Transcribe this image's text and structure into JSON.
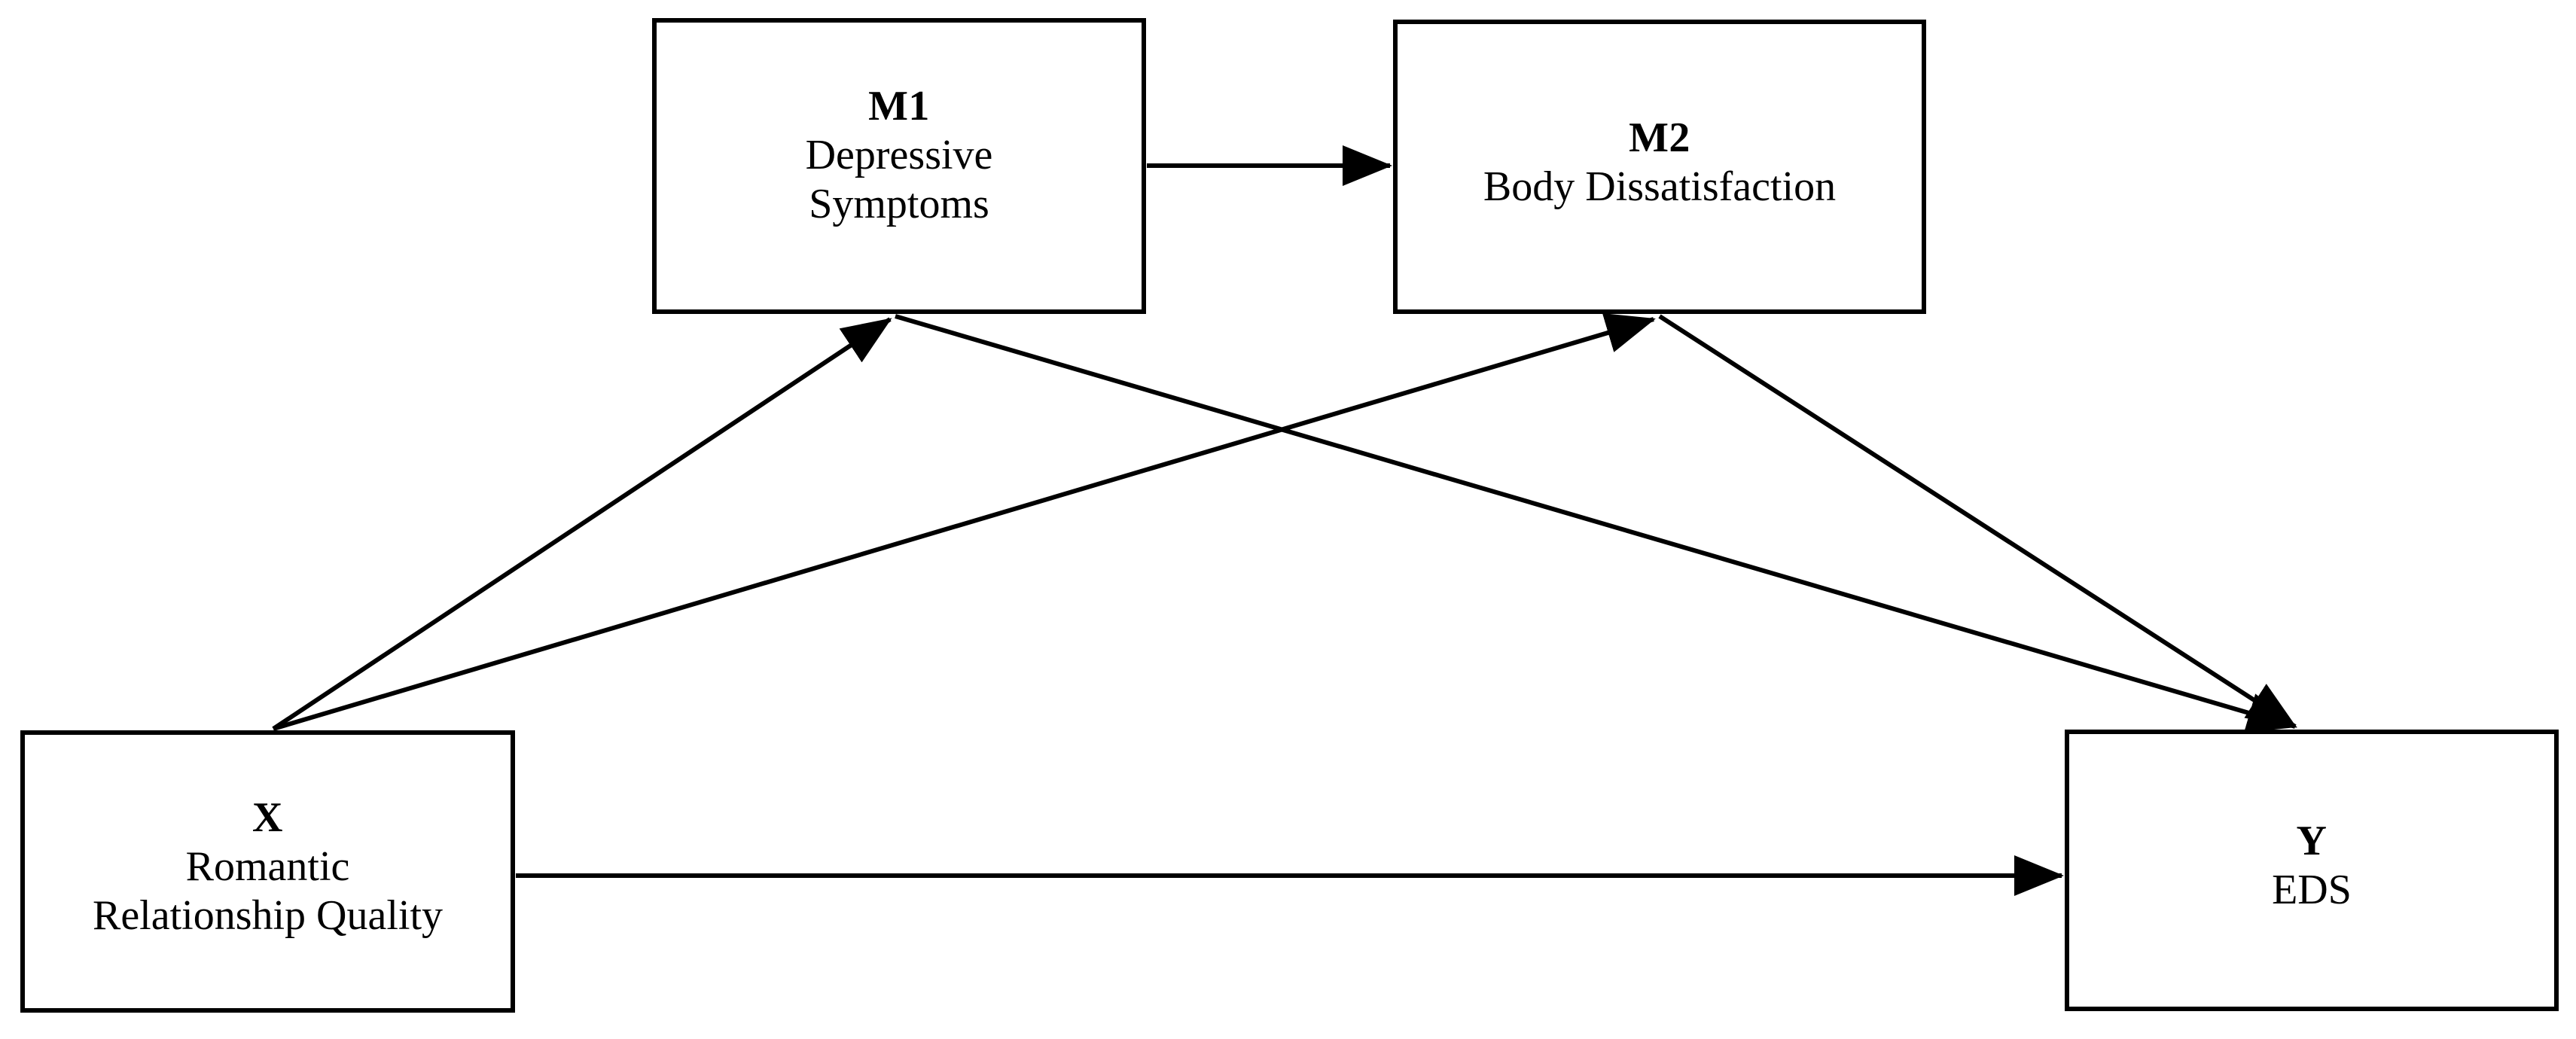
{
  "diagram": {
    "type": "serial-mediation-path-model",
    "background_color": "#ffffff",
    "line_color": "#000000",
    "nodes": [
      {
        "id": "m1",
        "code": "M1",
        "label_lines": [
          "Depressive",
          "Symptoms"
        ]
      },
      {
        "id": "m2",
        "code": "M2",
        "label_lines": [
          "Body Dissatisfaction"
        ]
      },
      {
        "id": "x",
        "code": "X",
        "label_lines": [
          "Romantic",
          "Relationship Quality"
        ]
      },
      {
        "id": "y",
        "code": "Y",
        "label_lines": [
          "EDS"
        ]
      }
    ],
    "edges": [
      {
        "id": "m1-to-m2",
        "from": "M1",
        "to": "M2",
        "style": "straight-arrow"
      },
      {
        "id": "x-to-m1",
        "from": "X",
        "to": "M1",
        "style": "diagonal-arrow"
      },
      {
        "id": "x-to-m2",
        "from": "X",
        "to": "M2",
        "style": "diagonal-arrow"
      },
      {
        "id": "m1-to-y",
        "from": "M1",
        "to": "Y",
        "style": "diagonal-arrow"
      },
      {
        "id": "m2-to-y",
        "from": "M2",
        "to": "Y",
        "style": "diagonal-arrow"
      },
      {
        "id": "x-to-y",
        "from": "X",
        "to": "Y",
        "style": "straight-arrow"
      }
    ]
  }
}
